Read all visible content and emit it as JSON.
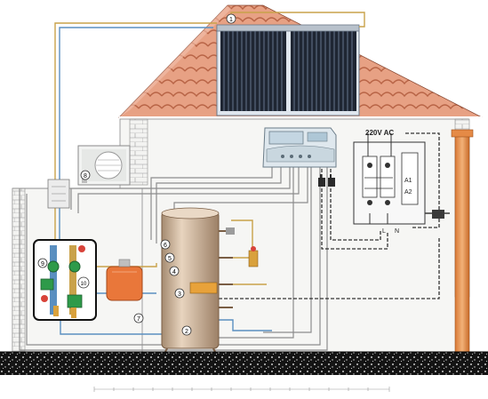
{
  "supply_label": "220V AC",
  "component_numbers": [
    "1",
    "2",
    "3",
    "4",
    "5",
    "6",
    "7",
    "8",
    "9",
    "10"
  ],
  "breaker_labels": {
    "a1": "A1",
    "a2": "A2",
    "l": "L",
    "n": "N"
  },
  "colors": {
    "roof": "#e7a184",
    "wall": "#f4f4f2",
    "ground": "#1c1c1c",
    "pipe_hot": "#c9a24a",
    "pipe_cold": "#5a8fc0",
    "panel": "#1f2633",
    "tank": "#d9bfa6",
    "expansion_tank": "#e9773a",
    "wire": "#333333"
  },
  "icons": [
    "solar-collector-icon",
    "controller-icon",
    "heat-pump-icon",
    "storage-tank-icon",
    "pump-station-icon",
    "expansion-tank-icon",
    "breaker-panel-icon",
    "downpipe-icon"
  ]
}
